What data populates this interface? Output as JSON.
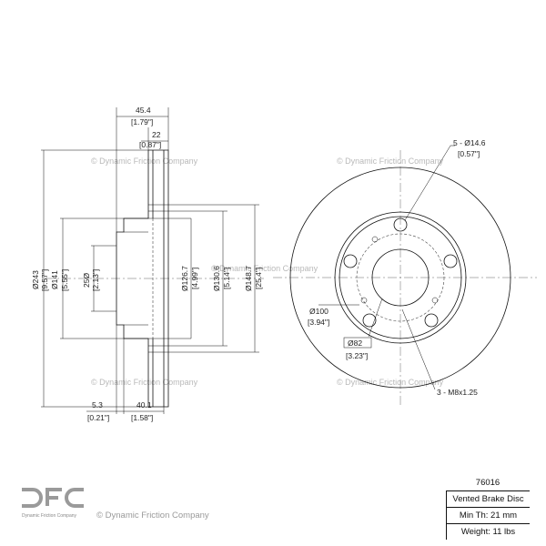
{
  "watermark": {
    "text": "© Dynamic Friction Company",
    "center_text": "© Dynamic Friction Company"
  },
  "logo": {
    "mark": "DFC",
    "subtitle": "Dynamic Friction Company"
  },
  "side_view": {
    "total_width": "45.4",
    "total_width_in": "[1.79\"]",
    "disc_width": "22",
    "disc_width_in": "[0.87\"]",
    "outer_dia": "Ø243",
    "outer_dia_in": "[9.57\"]",
    "hat_dia": "Ø141",
    "hat_dia_in": "[5.55\"]",
    "pilot_dia": "25Ø",
    "pilot_dia_in": "[2.13\"]",
    "hat_inner": "Ø126.7",
    "hat_inner_in": "[4.99\"]",
    "inner_vent": "Ø130.6",
    "inner_vent_in": "[5.14\"]",
    "friction_dia": "Ø148.7",
    "friction_dia_in": "[25.4\"]",
    "bottom_left": "5.3",
    "bottom_left_in": "[0.21\"]",
    "bottom_right": "40.1",
    "bottom_right_in": "[1.58\"]"
  },
  "front_view": {
    "bolt_holes": "5 - Ø14.6",
    "bolt_holes_in": "[0.57\"]",
    "bolt_circle": "Ø100",
    "bolt_circle_in": "[3.94\"]",
    "center_bore": "Ø82",
    "center_bore_in": "[3.23\"]",
    "threads": "3 - M8x1.25"
  },
  "info": {
    "part_number": "76016",
    "type": "Vented Brake Disc",
    "min_thickness": "Min Th: 21 mm",
    "weight": "Weight: 11 lbs"
  }
}
